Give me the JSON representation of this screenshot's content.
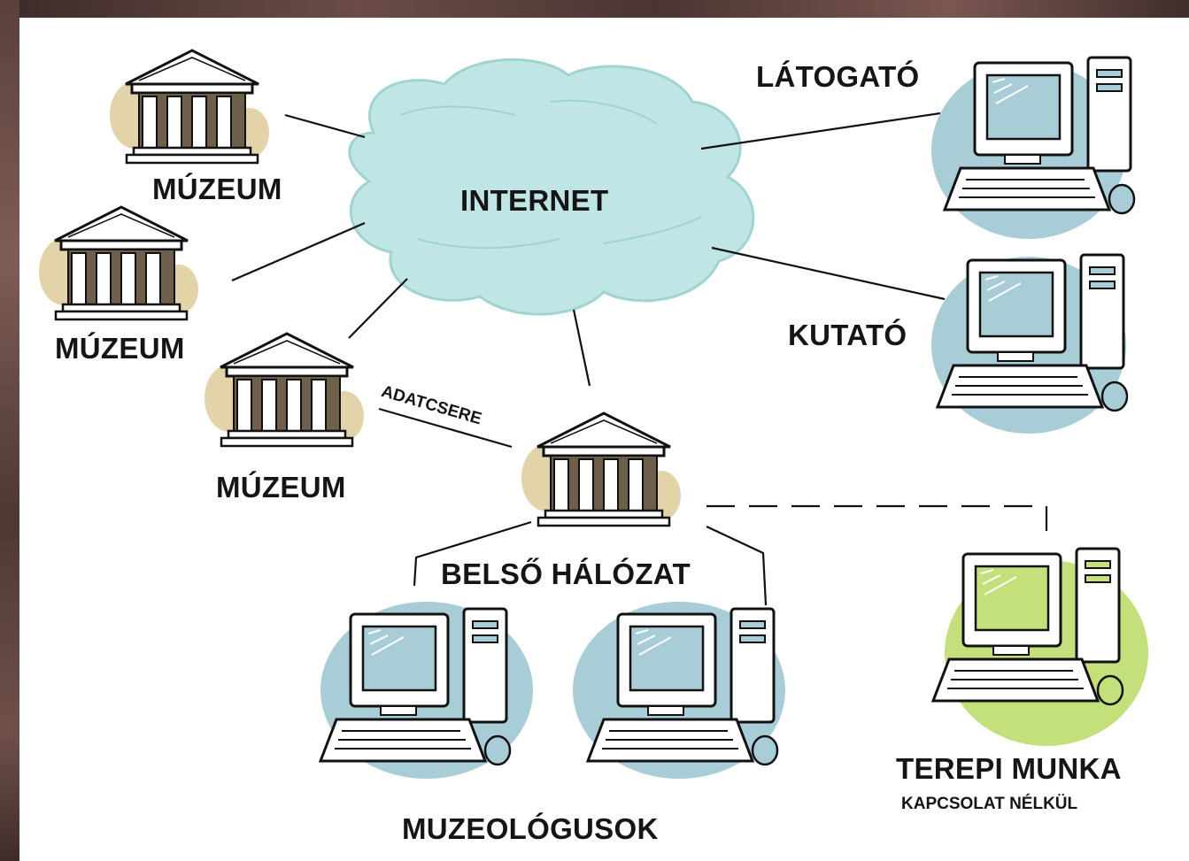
{
  "nodes": {
    "internet": "INTERNET",
    "museum_1": "MÚZEUM",
    "museum_2": "MÚZEUM",
    "museum_3": "MÚZEUM",
    "visitor": "LÁTOGATÓ",
    "researcher": "KUTATÓ",
    "internal_network": "BELSŐ HÁLÓZAT",
    "curators": "MUZEOLÓGUSOK",
    "fieldwork": "TEREPI MUNKA",
    "offline": "KAPCSOLAT NÉLKÜL"
  },
  "edges": {
    "data_exchange": "ADATCSERE"
  },
  "colors": {
    "cloud": "#bfe6e4",
    "computer": "#a8cdd6",
    "field_computer": "#c3e07a",
    "museum_bg": "#e2d3a8"
  }
}
